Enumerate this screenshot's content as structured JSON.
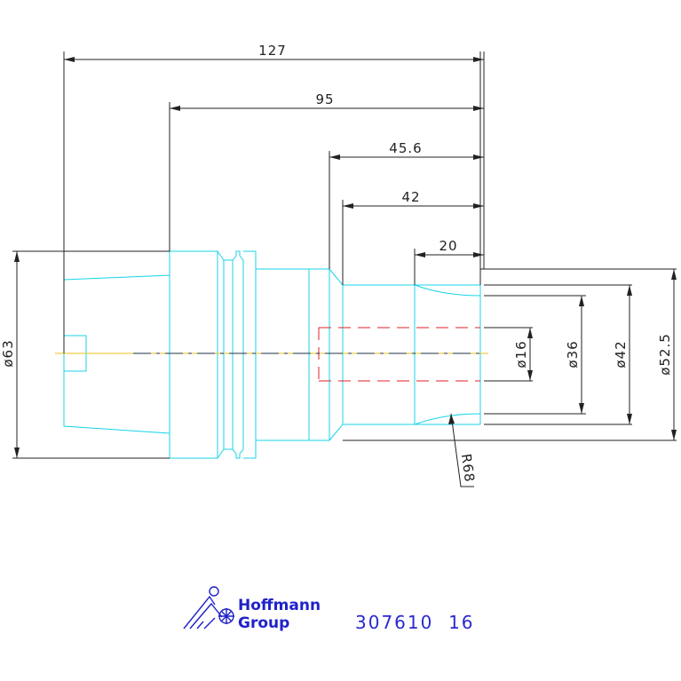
{
  "dimensions": {
    "len_127": "127",
    "len_95": "95",
    "len_45_6": "45.6",
    "len_42": "42",
    "len_20": "20",
    "dia_63": "ø63",
    "dia_16": "ø16",
    "dia_36": "ø36",
    "dia_42": "ø42",
    "dia_52_5": "ø52.5",
    "radius_68": "R68"
  },
  "brand": {
    "name_line1": "Hoffmann",
    "name_line2": "Group",
    "part_number": "307610  16"
  },
  "colors": {
    "outline": "#19d3e8",
    "dimension": "#222222",
    "hidden": "#e0202a",
    "centerline": "#e8c21a",
    "brand": "#1f22c8"
  }
}
